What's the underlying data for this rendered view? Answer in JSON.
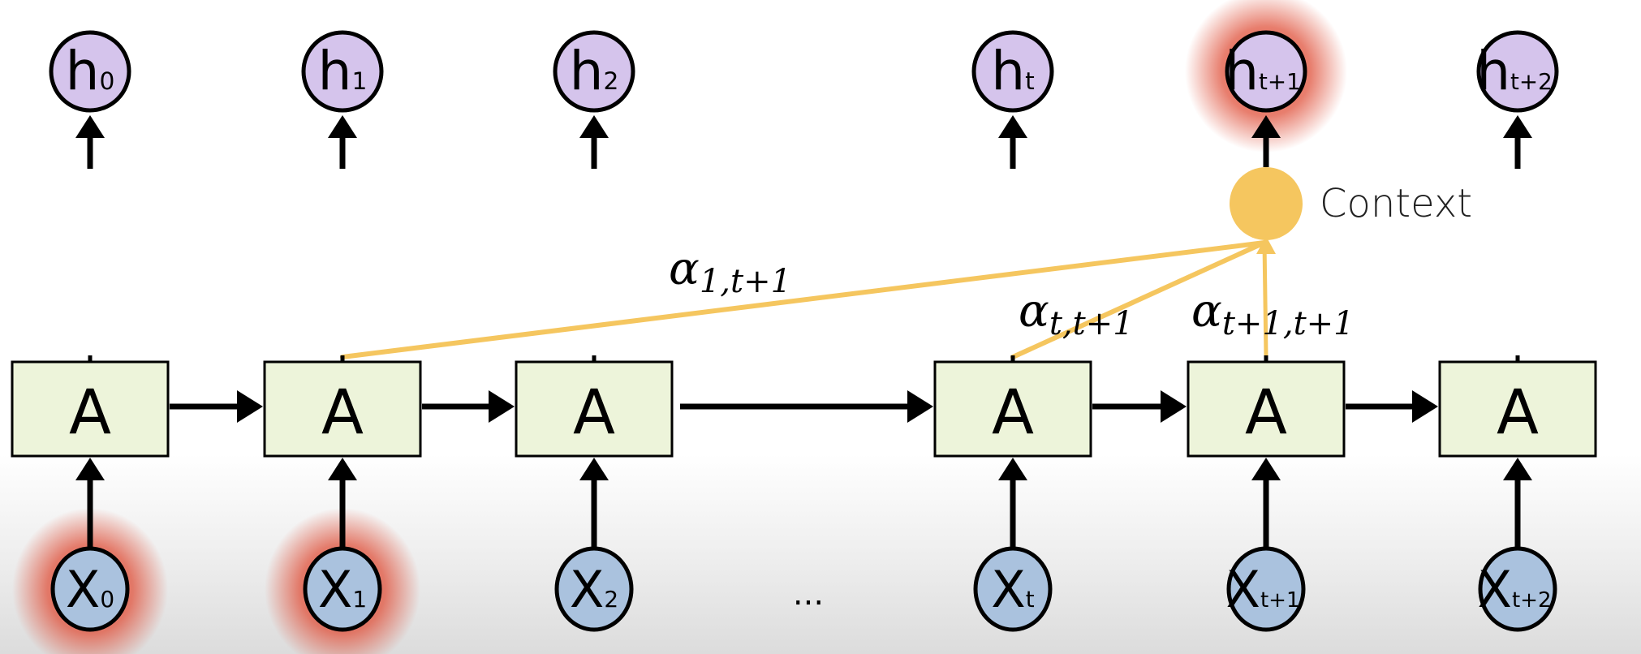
{
  "diagram": {
    "title": "RNN with attention context",
    "colors": {
      "hidden_fill": "#d5c4ec",
      "input_fill": "#aac2de",
      "cell_fill": "#edf4da",
      "context_fill": "#f5c65f",
      "attention_line": "#f5c65f",
      "highlight_glow": "#e0533d",
      "stroke": "#000000"
    },
    "ellipsis": "...",
    "context": {
      "label": "Context"
    },
    "timesteps": [
      {
        "id": "0",
        "hidden": {
          "base": "h",
          "sub": "0"
        },
        "cell": "A",
        "input": {
          "base": "X",
          "sub": "0"
        },
        "hidden_highlight": false,
        "input_highlight": true
      },
      {
        "id": "1",
        "hidden": {
          "base": "h",
          "sub": "1"
        },
        "cell": "A",
        "input": {
          "base": "X",
          "sub": "1"
        },
        "hidden_highlight": false,
        "input_highlight": true
      },
      {
        "id": "2",
        "hidden": {
          "base": "h",
          "sub": "2"
        },
        "cell": "A",
        "input": {
          "base": "X",
          "sub": "2"
        },
        "hidden_highlight": false,
        "input_highlight": false
      },
      {
        "id": "t",
        "hidden": {
          "base": "h",
          "sub": "t"
        },
        "cell": "A",
        "input": {
          "base": "X",
          "sub": "t"
        },
        "hidden_highlight": false,
        "input_highlight": false
      },
      {
        "id": "t+1",
        "hidden": {
          "base": "h",
          "sub": "t+1"
        },
        "cell": "A",
        "input": {
          "base": "X",
          "sub": "t+1"
        },
        "hidden_highlight": true,
        "input_highlight": false
      },
      {
        "id": "t+2",
        "hidden": {
          "base": "h",
          "sub": "t+2"
        },
        "cell": "A",
        "input": {
          "base": "X",
          "sub": "t+2"
        },
        "hidden_highlight": false,
        "input_highlight": false
      }
    ],
    "attention_weights": [
      {
        "from": "1",
        "label": {
          "base": "α",
          "sub": "1,t+1"
        }
      },
      {
        "from": "t",
        "label": {
          "base": "α",
          "sub": "t,t+1"
        }
      },
      {
        "from": "t+1",
        "label": {
          "base": "α",
          "sub": "t+1,t+1"
        }
      }
    ]
  }
}
